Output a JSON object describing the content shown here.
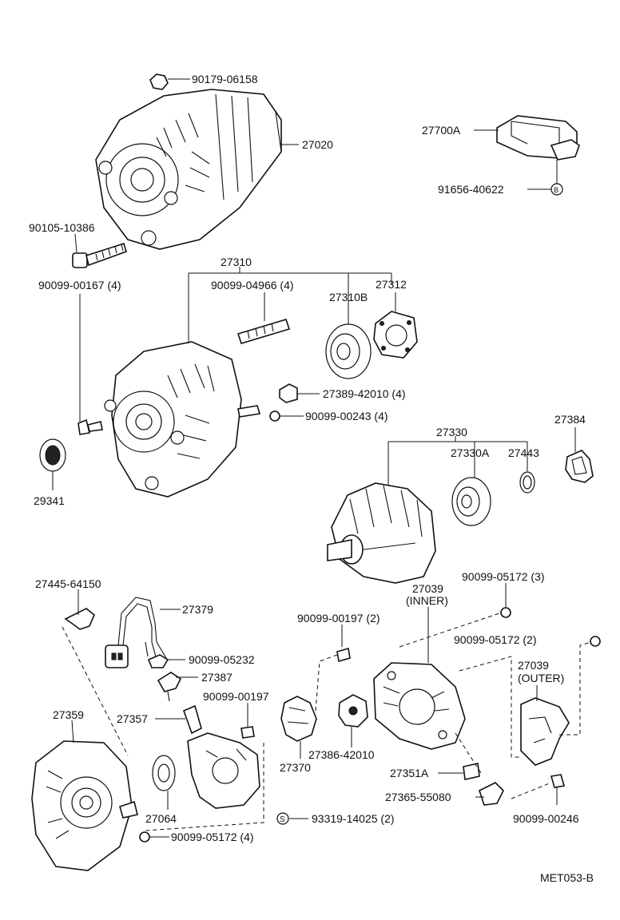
{
  "diagram_code": "MET053-B",
  "labels": {
    "p_90179_06158": "90179-06158",
    "p_27020": "27020",
    "p_27700A": "27700A",
    "p_91656_40622": "91656-40622",
    "marker_B": "B",
    "p_90105_10386": "90105-10386",
    "p_27310": "27310",
    "p_90099_00167": "90099-00167 (4)",
    "p_90099_04966": "90099-04966 (4)",
    "p_27312": "27312",
    "p_27310B": "27310B",
    "p_27389_42010": "27389-42010 (4)",
    "p_90099_00243": "90099-00243 (4)",
    "p_27384": "27384",
    "p_29341": "29341",
    "p_27330": "27330",
    "p_27330A": "27330A",
    "p_27443": "27443",
    "p_27445_64150": "27445-64150",
    "p_27379": "27379",
    "p_27039_inner": "27039",
    "p_27039_inner_note": "(INNER)",
    "p_90099_05172_3": "90099-05172 (3)",
    "p_90099_00197_2": "90099-00197 (2)",
    "p_90099_05172_2": "90099-05172 (2)",
    "p_90099_05232": "90099-05232",
    "p_27387": "27387",
    "p_27039_outer": "27039",
    "p_27039_outer_note": "(OUTER)",
    "p_90099_00197": "90099-00197",
    "p_27359": "27359",
    "p_27357": "27357",
    "p_27386_42010": "27386-42010",
    "p_27370": "27370",
    "p_27351A": "27351A",
    "p_27365_55080": "27365-55080",
    "p_27064": "27064",
    "p_93319_14025": "93319-14025 (2)",
    "marker_S": "S",
    "p_90099_00246": "90099-00246",
    "p_90099_05172_4": "90099-05172 (4)"
  }
}
